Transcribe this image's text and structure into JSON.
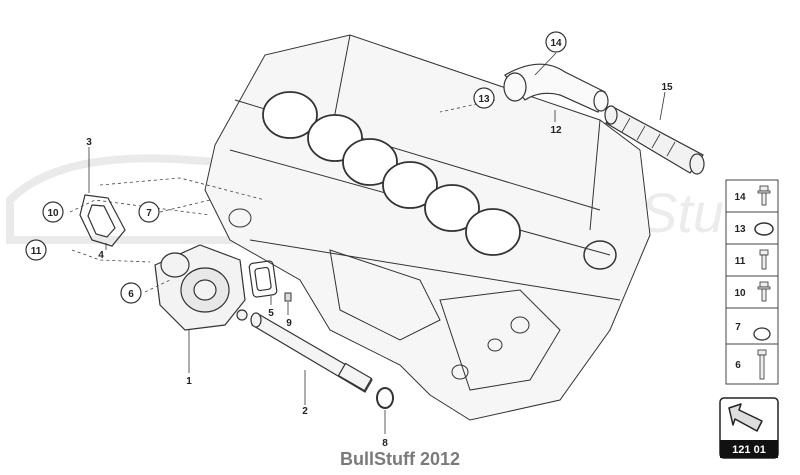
{
  "watermark": {
    "text": "Stuff"
  },
  "callouts": {
    "c1": "1",
    "c2": "2",
    "c3": "3",
    "c4": "4",
    "c5": "5",
    "c6": "6",
    "c7": "7",
    "c8": "8",
    "c9": "9",
    "c10": "10",
    "c11": "11",
    "c12": "12",
    "c13": "13",
    "c14": "14",
    "c15": "15"
  },
  "legend": {
    "items": [
      {
        "num": "14",
        "icon": "bolt-flange-icon"
      },
      {
        "num": "13",
        "icon": "oring-large-icon"
      },
      {
        "num": "11",
        "icon": "bolt-icon"
      },
      {
        "num": "10",
        "icon": "bolt-flange-icon"
      },
      {
        "num": "7",
        "icon": "oring-icon"
      },
      {
        "num": "6",
        "icon": "bolt-long-icon"
      }
    ],
    "page_code": "121 01"
  },
  "caption": "BullStuff 2012"
}
